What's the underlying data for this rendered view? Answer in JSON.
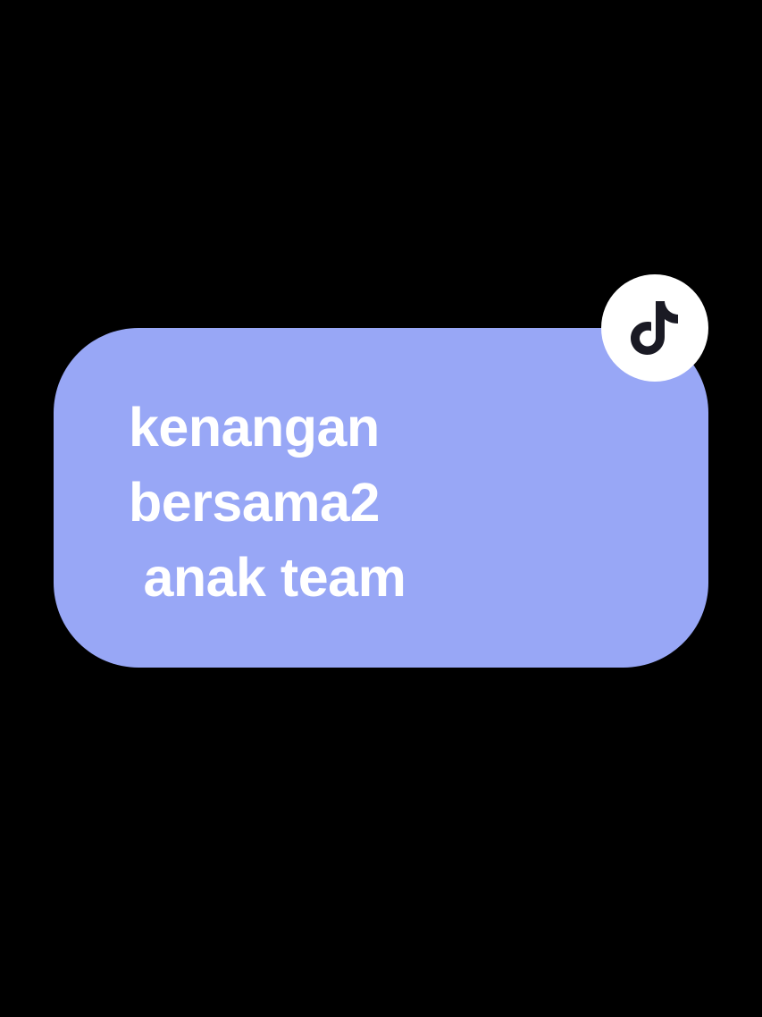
{
  "caption": {
    "lines": [
      "kenangan",
      "bersama2",
      " anak team"
    ]
  },
  "colors": {
    "background": "#000000",
    "bubble": "#98a7f6",
    "text": "#ffffff",
    "badge": "#ffffff",
    "logo": "#1a1a24"
  },
  "badge": {
    "icon": "tiktok-logo-icon"
  }
}
